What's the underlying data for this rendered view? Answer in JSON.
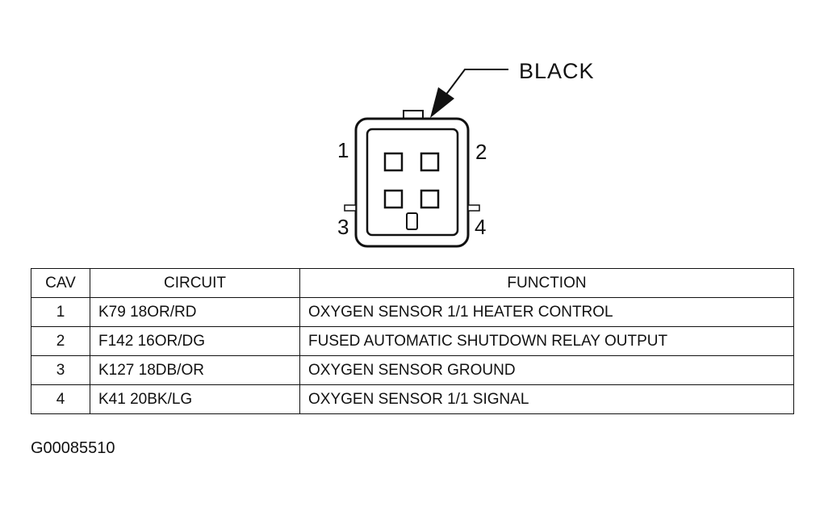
{
  "connector": {
    "color_callout": "BLACK",
    "pin_labels": [
      "1",
      "2",
      "3",
      "4"
    ]
  },
  "table": {
    "headers": {
      "cav": "CAV",
      "circuit": "CIRCUIT",
      "function": "FUNCTION"
    },
    "rows": [
      {
        "cav": "1",
        "circuit": "K79 18OR/RD",
        "function": "OXYGEN SENSOR 1/1 HEATER CONTROL"
      },
      {
        "cav": "2",
        "circuit": "F142 16OR/DG",
        "function": "FUSED AUTOMATIC SHUTDOWN RELAY OUTPUT"
      },
      {
        "cav": "3",
        "circuit": "K127 18DB/OR",
        "function": "OXYGEN SENSOR GROUND"
      },
      {
        "cav": "4",
        "circuit": "K41 20BK/LG",
        "function": "OXYGEN SENSOR 1/1 SIGNAL"
      }
    ]
  },
  "figure_id": "G00085510"
}
